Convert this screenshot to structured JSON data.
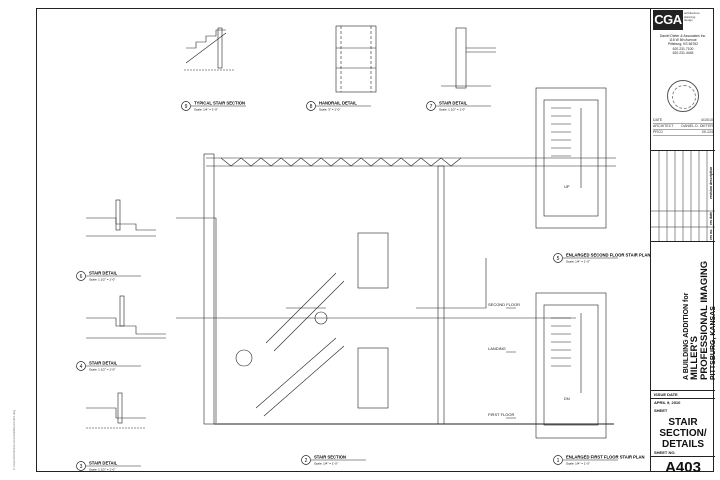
{
  "titleblock": {
    "logo": "CGA",
    "logo_sub": [
      "architecture",
      "planning",
      "design"
    ],
    "firm_lines": [
      "Daniel Dieter & Associates Inc.",
      "116 W 8th Avenue",
      "Pittsburg, KS 66762",
      "620.231.7100",
      "620.231.4445"
    ],
    "meta": [
      [
        "DATE",
        "4/15/10"
      ],
      [
        "ARCHITECT",
        "DANIEL D. DIETER"
      ],
      [
        "PROJ",
        "09-124"
      ]
    ],
    "revision_label": "revision description",
    "rev_col_label": "rev date",
    "rev_no_label": "rev no.",
    "project_line1": "A BUILDING ADDITION for",
    "project_line2": "MILLER'S",
    "project_line3": "PROFESSIONAL IMAGING",
    "project_line4": "PITTSBURG, KANSAS",
    "issue_label": "ISSUE DATE",
    "issue_value": "APRIL 9, 2010",
    "sheet_label": "SHEET",
    "sheet_title": [
      "STAIR",
      "SECTION/",
      "DETAILS"
    ],
    "sheet_no_label": "SHEET NO.",
    "sheet_no": "A403"
  },
  "details": [
    {
      "num": "9",
      "title": "TYPICAL STAIR SECTION",
      "scale": "Scale: 1/4\" = 1'-0\""
    },
    {
      "num": "8",
      "title": "HANDRAIL DETAIL",
      "scale": "Scale: 3\" = 1'-0\""
    },
    {
      "num": "7",
      "title": "STAIR DETAIL",
      "scale": "Scale: 1 1/2\" = 1'-0\""
    },
    {
      "num": "6",
      "title": "STAIR DETAIL",
      "scale": "Scale: 1 1/2\" = 1'-0\""
    },
    {
      "num": "4",
      "title": "STAIR DETAIL",
      "scale": "Scale: 1 1/2\" = 1'-0\""
    },
    {
      "num": "3",
      "title": "STAIR DETAIL",
      "scale": "Scale: 1 1/2\" = 1'-0\""
    },
    {
      "num": "2",
      "title": "STAIR SECTION",
      "scale": "Scale: 1/4\" = 1'-0\""
    },
    {
      "num": "5",
      "title": "ENLARGED SECOND FLOOR STAIR PLAN",
      "scale": "Scale: 1/4\" = 1'-0\""
    },
    {
      "num": "1",
      "title": "ENLARGED FIRST FLOOR STAIR PLAN",
      "scale": "Scale: 1/4\" = 1'-0\""
    }
  ],
  "section_labels": {
    "second_floor": "SECOND FLOOR",
    "landing": "LANDING",
    "first_floor": "FIRST FLOOR",
    "up": "UP",
    "down": "DN"
  },
  "sidenote": "C:\\Users\\Public\\Documents\\Millers\\A403.dwg"
}
